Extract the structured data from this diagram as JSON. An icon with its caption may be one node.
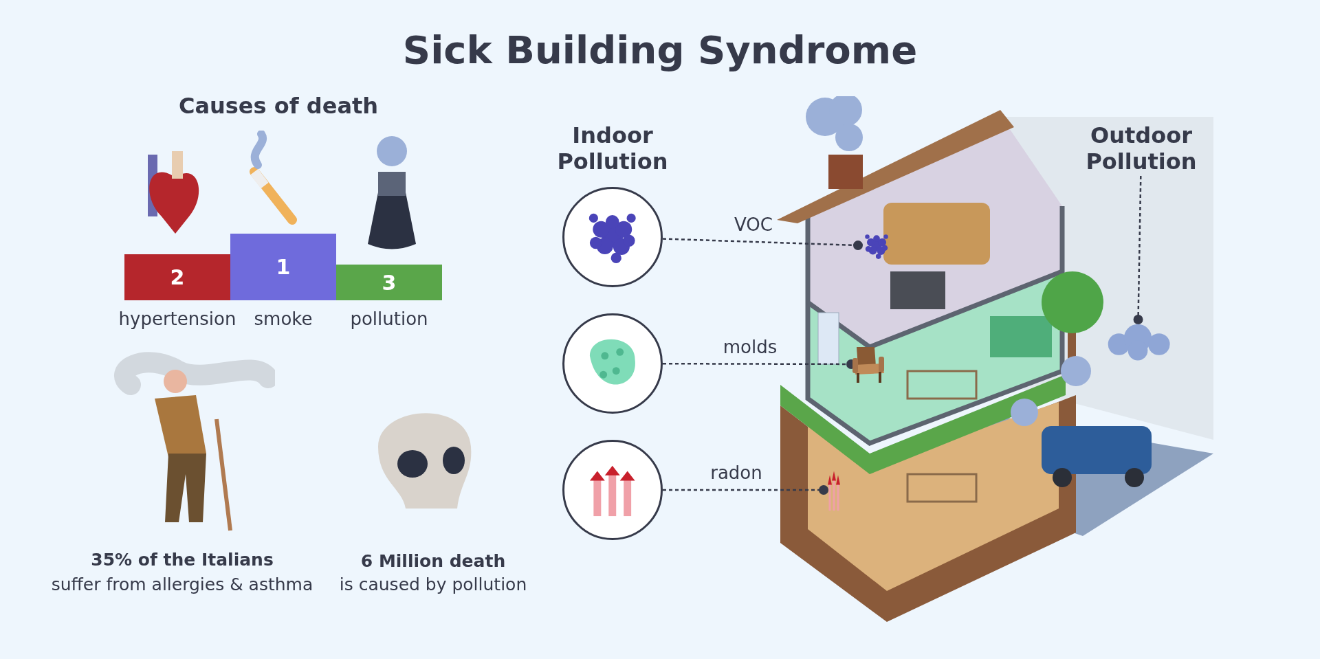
{
  "diagram": {
    "title": "Sick Building Syndrome",
    "nodes": [
      {
        "text": [
          "2"
        ],
        "beside": [
          "hypertension"
        ]
      },
      {
        "text": [
          "1"
        ],
        "beside": [
          "smoke"
        ]
      },
      {
        "text": [
          "3"
        ],
        "beside": [
          "pollution"
        ]
      },
      {
        "text": [],
        "shape": "picture"
      },
      {
        "text": [],
        "shape": "picture"
      },
      {
        "text": [],
        "shape": "picture"
      },
      {
        "text": [
          "Outdoor Pollution"
        ]
      },
      {
        "text": [],
        "shape": "picture"
      },
      {
        "text": [],
        "shape": "picture"
      },
      {
        "text": [],
        "shape": "picture"
      },
      {
        "text": [],
        "shape": "cloud"
      }
    ],
    "edges": [
      {
        "from": 3,
        "to": 7,
        "arrow": "other",
        "label": "VOC",
        "style": "dashed"
      },
      {
        "from": 4,
        "to": 8,
        "arrow": "other",
        "label": "molds",
        "style": "dashed"
      },
      {
        "from": 5,
        "to": 9,
        "arrow": "other",
        "label": "radon",
        "style": "dashed"
      },
      {
        "from": 6,
        "to": 10,
        "arrow": "other",
        "style": "dashed"
      }
    ],
    "labels": [
      "Causes of death",
      "Indoor Pollution",
      "35% of the Italians",
      "suffer from allergies & asthma",
      "6 Million death",
      "is caused by pollution"
    ]
  }
}
